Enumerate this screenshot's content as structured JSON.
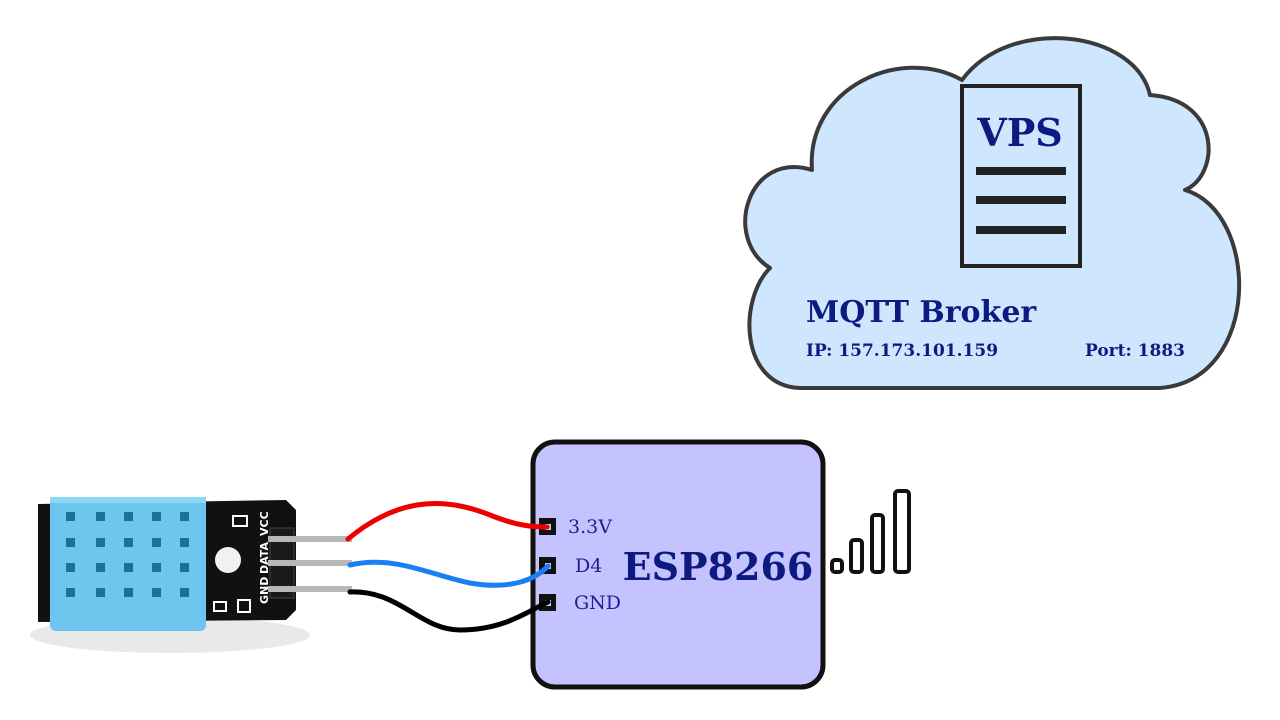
{
  "cloud": {
    "server_label": "VPS",
    "broker_title": "MQTT Broker",
    "ip_text": "IP:  157.173.101.159",
    "port_text": "Port: 1883"
  },
  "board": {
    "name": "ESP8266",
    "pins": [
      {
        "label": "3.3V",
        "wire_color": "#ee0000"
      },
      {
        "label": "D4",
        "wire_color": "#1a7ff0"
      },
      {
        "label": "GND",
        "wire_color": "#000000"
      }
    ]
  },
  "sensor": {
    "silkscreen": [
      "GND",
      "DATA",
      "VCC"
    ]
  },
  "colors": {
    "cloud_fill": "#cfe6ff",
    "board_fill": "#c4c3ff",
    "text_navy": "#0d1a80",
    "sensor_body": "#6ec6ee",
    "pcb": "#111111"
  }
}
